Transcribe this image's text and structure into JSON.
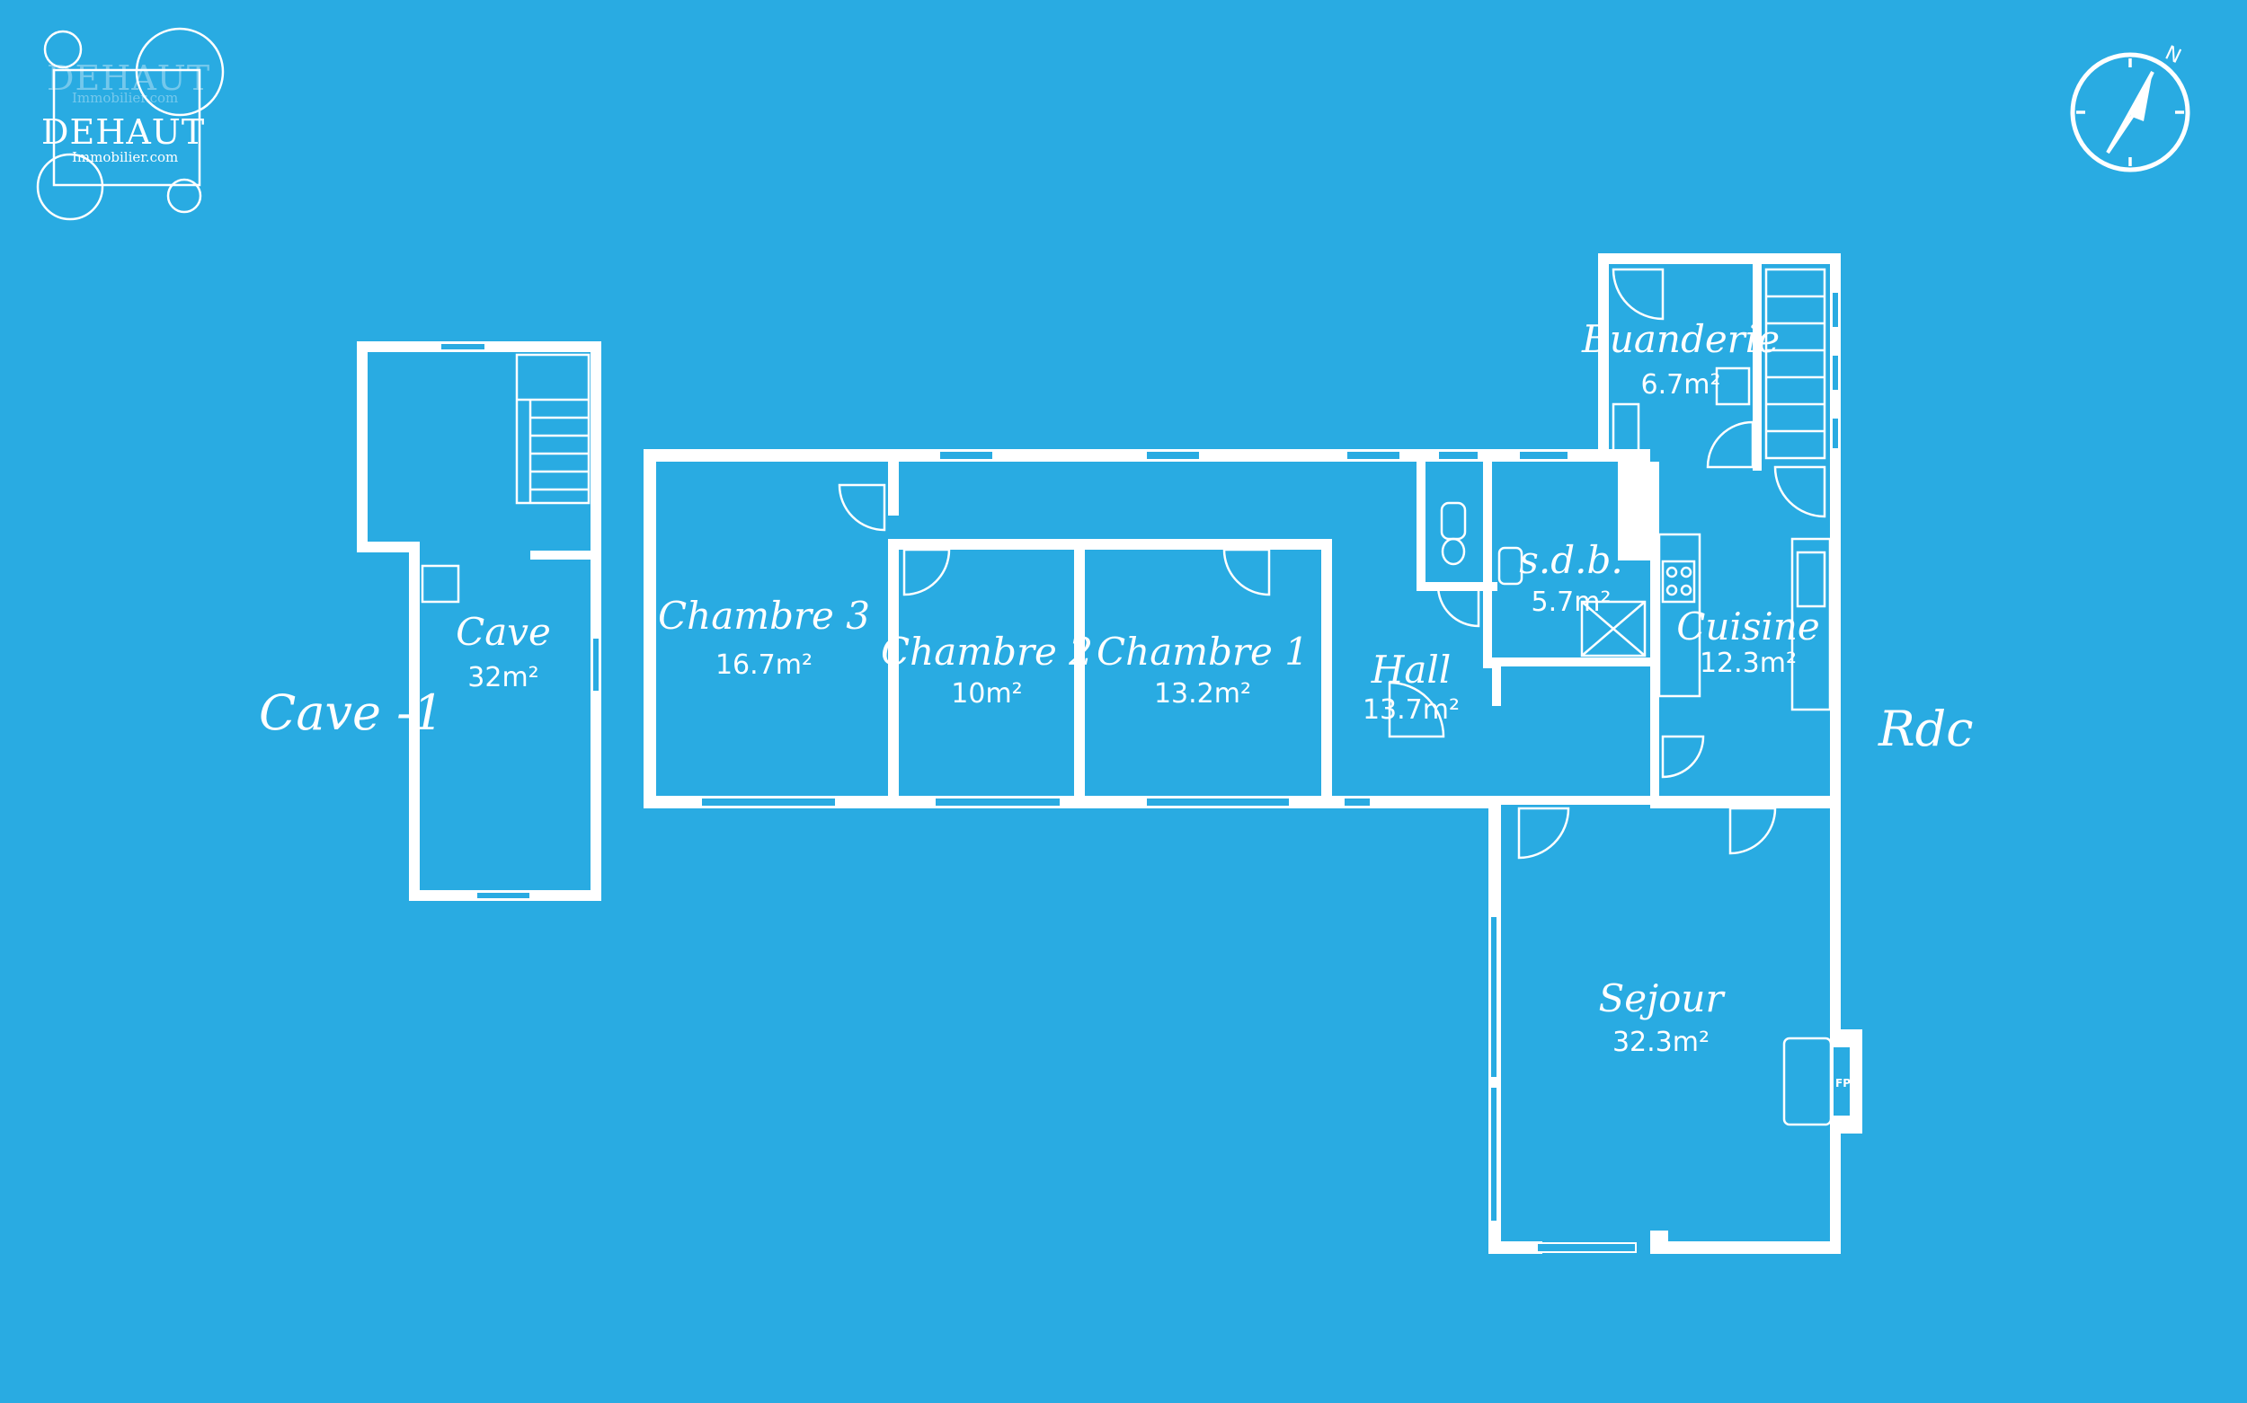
{
  "brand": {
    "name": "DEHAUT",
    "sub": "Immobilier.com",
    "ghost_name": "DEHAUT",
    "ghost_sub": "Immobilier.com"
  },
  "compass": {
    "north": "N"
  },
  "floors": [
    {
      "id": "cave",
      "label": "Cave -1"
    },
    {
      "id": "rdc",
      "label": "Rdc"
    }
  ],
  "rooms": [
    {
      "id": "cave",
      "name": "Cave",
      "area": "32m²"
    },
    {
      "id": "chambre3",
      "name": "Chambre 3",
      "area": "16.7m²"
    },
    {
      "id": "chambre2",
      "name": "Chambre 2",
      "area": "10m²"
    },
    {
      "id": "chambre1",
      "name": "Chambre 1",
      "area": "13.2m²"
    },
    {
      "id": "hall",
      "name": "Hall",
      "area": "13.7m²"
    },
    {
      "id": "sdb",
      "name": "s.d.b.",
      "area": "5.7m²"
    },
    {
      "id": "buanderie",
      "name": "Buanderie",
      "area": "6.7m²"
    },
    {
      "id": "cuisine",
      "name": "Cuisine",
      "area": "12.3m²"
    },
    {
      "id": "sejour",
      "name": "Sejour",
      "area": "32.3m²"
    }
  ],
  "fixtures": {
    "fireplace": "FP"
  },
  "colors": {
    "background": "#29ABE2",
    "lines": "#FFFFFF"
  }
}
